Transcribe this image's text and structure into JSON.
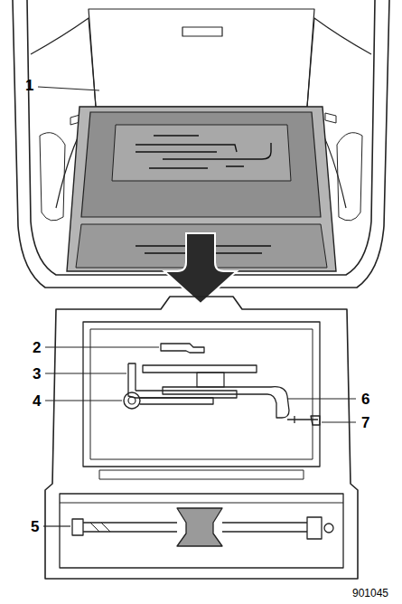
{
  "diagram": {
    "labels": [
      "1",
      "2",
      "3",
      "4",
      "5",
      "6",
      "7",
      "901045"
    ]
  }
}
